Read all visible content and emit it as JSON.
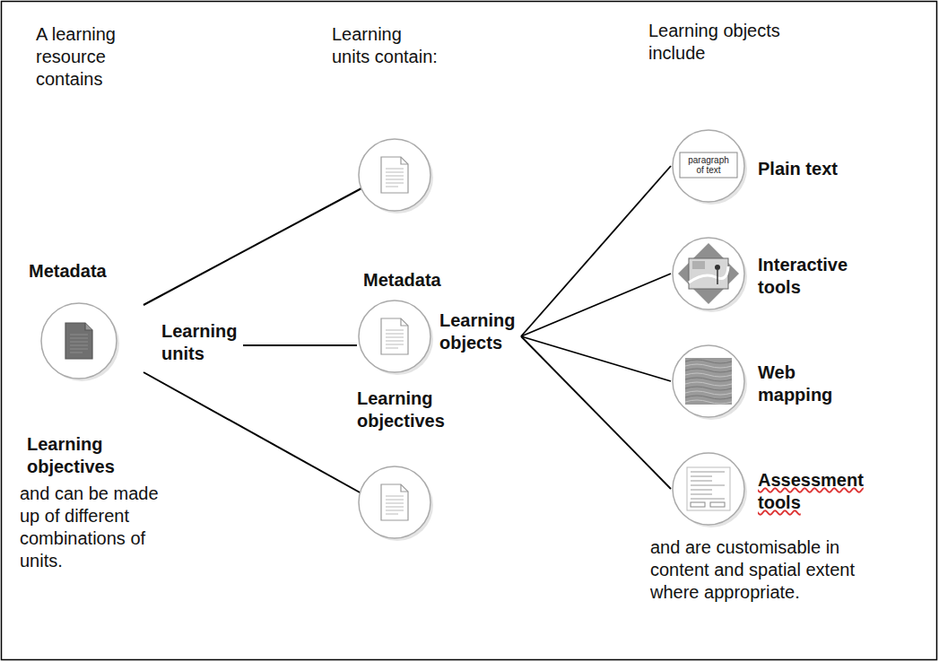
{
  "diagram": {
    "nodes": [
      {
        "text": [
          "Metadata",
          "Learning units",
          "Learning objectives"
        ]
      },
      {
        "text": [
          "Metadata",
          "Learning objects",
          "Learning objectives"
        ]
      },
      {
        "text": [
          "paragraph of text",
          "Plain text"
        ]
      },
      {
        "text": [
          "Interactive tools"
        ]
      },
      {
        "text": [
          "Web mapping"
        ]
      },
      {
        "text": [
          "Assessment tools"
        ]
      }
    ],
    "edges": [
      {
        "from": 0,
        "to": 1,
        "arrow": "none"
      },
      {
        "from": 1,
        "to": 2,
        "arrow": "none"
      },
      {
        "from": 1,
        "to": 3,
        "arrow": "none"
      },
      {
        "from": 1,
        "to": 4,
        "arrow": "none"
      },
      {
        "from": 1,
        "to": 5,
        "arrow": "none"
      }
    ],
    "labels": [
      "A learning resource contains",
      "Learning units contain:",
      "Learning objects include",
      "and can be made up of different combinations of units.",
      "and are customisable in content and spatial extent where appropriate."
    ]
  }
}
